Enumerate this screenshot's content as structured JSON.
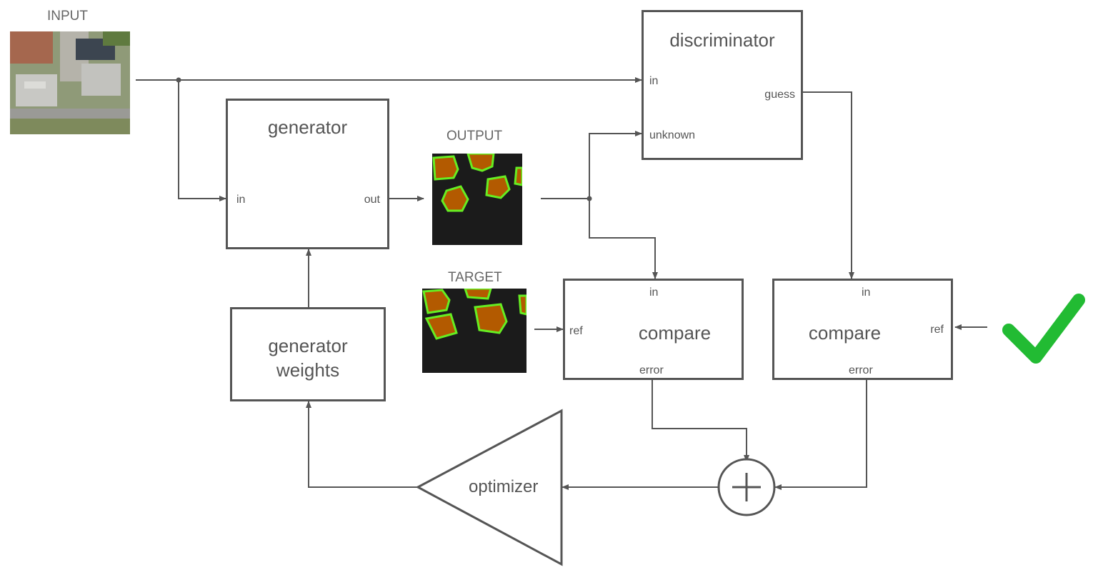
{
  "input_image": {
    "caption": "INPUT"
  },
  "output_image": {
    "caption": "OUTPUT"
  },
  "target_image": {
    "caption": "TARGET"
  },
  "generator": {
    "title": "generator",
    "port_in": "in",
    "port_out": "out"
  },
  "discriminator": {
    "title": "discriminator",
    "port_in": "in",
    "port_unknown": "unknown",
    "port_guess": "guess"
  },
  "compare_left": {
    "title": "compare",
    "port_in": "in",
    "port_ref": "ref",
    "port_error": "error"
  },
  "compare_right": {
    "title": "compare",
    "port_in": "in",
    "port_ref": "ref",
    "port_error": "error"
  },
  "generator_weights": {
    "title_line1": "generator",
    "title_line2": "weights"
  },
  "optimizer": {
    "title": "optimizer"
  },
  "sum_node": {
    "icon": "plus-circle-icon"
  },
  "checkmark": {
    "icon": "checkmark-icon",
    "color": "#22bb33"
  },
  "colors": {
    "line": "#555555",
    "building_fill": "#b35a00",
    "building_edge": "#66ee22",
    "mask_bg": "#1b1b1b"
  }
}
